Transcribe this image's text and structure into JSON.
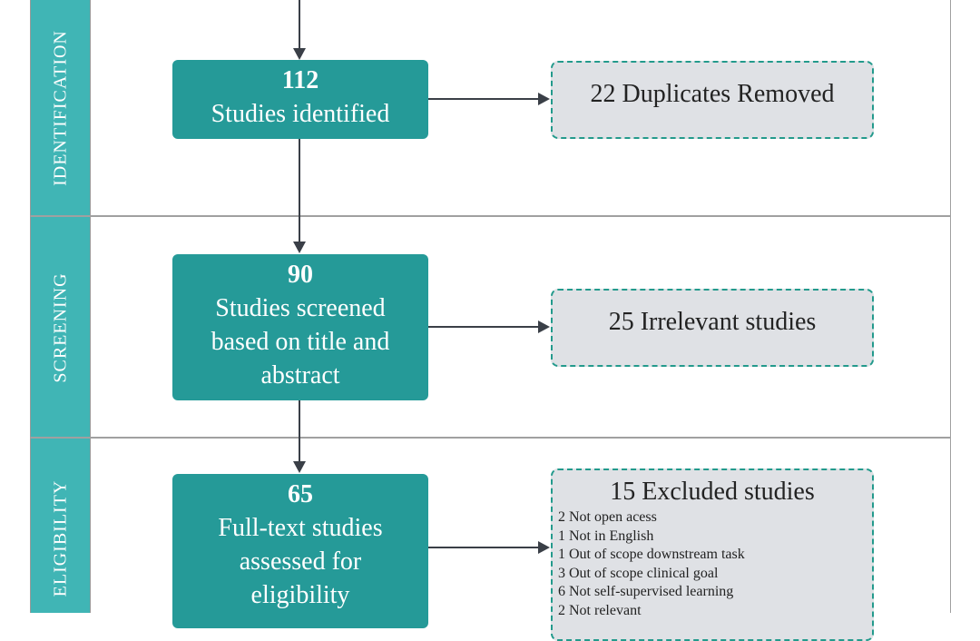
{
  "phases": [
    "IDENTIFICATION",
    "SCREENING",
    "ELIGIBILITY"
  ],
  "main_boxes": [
    {
      "count": "112",
      "label": "Studies identified"
    },
    {
      "count": "90",
      "label": "Studies screened based on title and abstract"
    },
    {
      "count": "65",
      "label": "Full-text studies assessed for eligibility"
    }
  ],
  "side_boxes": [
    {
      "label": "22 Duplicates Removed"
    },
    {
      "label": "25 Irrelevant studies"
    },
    {
      "label": "15 Excluded studies",
      "items": [
        "2 Not open acess",
        "1 Not in English",
        "1 Out of scope downstream task",
        "3 Out of scope clinical goal",
        "6 Not self-supervised learning",
        "2 Not relevant"
      ]
    }
  ],
  "colors": {
    "phase": "#40b5b5",
    "main_box": "#259a98",
    "side_box": "#dfe1e5",
    "dash": "#239a8c"
  }
}
